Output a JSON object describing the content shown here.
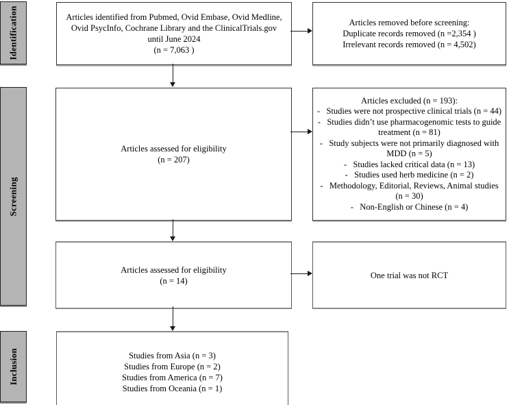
{
  "stages": {
    "identification": "Identification",
    "screening": "Screening",
    "inclusion": "Inclusion"
  },
  "boxes": {
    "identified": {
      "lines": [
        "Articles identified from Pubmed, Ovid Embase, Ovid Medline,",
        "Ovid PsycInfo, Cochrane Library and the ClinicalTrials.gov",
        "until June 2024",
        "(n = 7,063 )"
      ]
    },
    "removed": {
      "lines": [
        "Articles removed before screening:",
        "Duplicate records removed (n =2,354 )",
        "Irrelevant records removed (n = 4,502)"
      ]
    },
    "assessed_screening": {
      "lines": [
        "Articles assessed for eligibility",
        "(n = 207)"
      ]
    },
    "excluded": {
      "lines": [
        "Articles excluded (n = 193):",
        "-   Studies were not prospective clinical trials (n = 44)",
        "-   Studies didn’t use pharmacogenomic tests to guide",
        "treatment (n = 81)",
        "-   Study subjects were not primarily diagnosed with",
        "MDD (n = 5)",
        "-   Studies lacked critical data (n = 13)",
        "-   Studies used herb medicine (n = 2)",
        "-   Methodology, Editorial, Reviews, Animal studies",
        "(n = 30)",
        "-   Non-English or Chinese (n = 4)"
      ]
    },
    "assessed_eligibility": {
      "lines": [
        "Articles assessed for eligibility",
        "(n = 14)"
      ]
    },
    "not_rct": {
      "lines": [
        "One trial was not RCT"
      ]
    },
    "included": {
      "lines": [
        "Studies from Asia (n = 3)",
        "Studies from Europe (n = 2)",
        "Studies from America (n = 7)",
        "Studies from Oceania (n = 1)"
      ]
    }
  },
  "colors": {
    "stage_fill": "#b4b4b4",
    "box_fill": "#ffffff",
    "border_dark": "#333333",
    "border_gray": "#898989",
    "arrow": "#1a1a1a",
    "text": "#000000"
  }
}
